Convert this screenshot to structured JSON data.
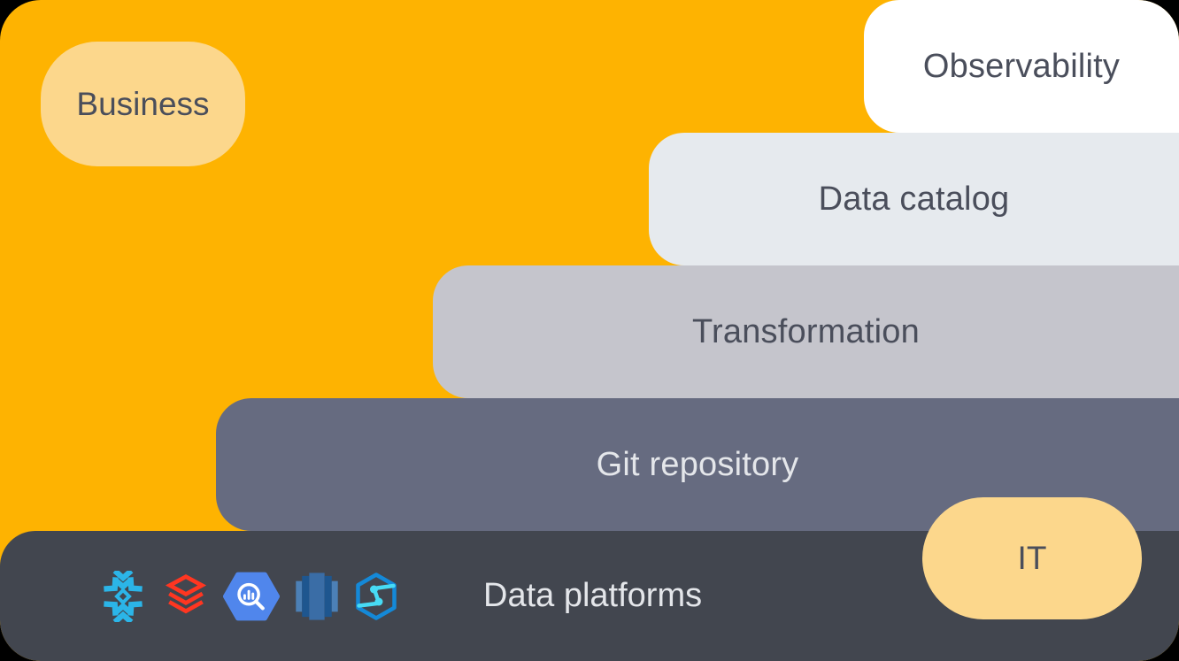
{
  "colors": {
    "background": "#FEB301",
    "badge_yellow": "#FCD78C",
    "observability_bg": "#FFFFFF",
    "data_catalog_bg": "#E6EAEE",
    "transformation_bg": "#C5C5CC",
    "git_repository_bg": "#666B80",
    "platform_bar_bg": "#42464F",
    "text_dark": "#4A4E5B",
    "text_light": "#E4E6EA",
    "snowflake_blue": "#2BB5E8",
    "databricks_red": "#FF3621",
    "bigquery_blue": "#5086EC",
    "redshift_blue_dark": "#1E568F",
    "redshift_blue_mid": "#3A6DA6",
    "redshift_blue_light": "#4C80B6",
    "synapse_hex_blue": "#1489D8",
    "synapse_cyan": "#47DBF4"
  },
  "badges": {
    "business": "Business",
    "it": "IT"
  },
  "layers": [
    {
      "label": "Observability"
    },
    {
      "label": "Data catalog"
    },
    {
      "label": "Transformation"
    },
    {
      "label": "Git repository"
    }
  ],
  "platform_bar": {
    "label": "Data platforms",
    "icons": [
      "snowflake-icon",
      "databricks-icon",
      "bigquery-icon",
      "redshift-icon",
      "synapse-icon"
    ]
  }
}
